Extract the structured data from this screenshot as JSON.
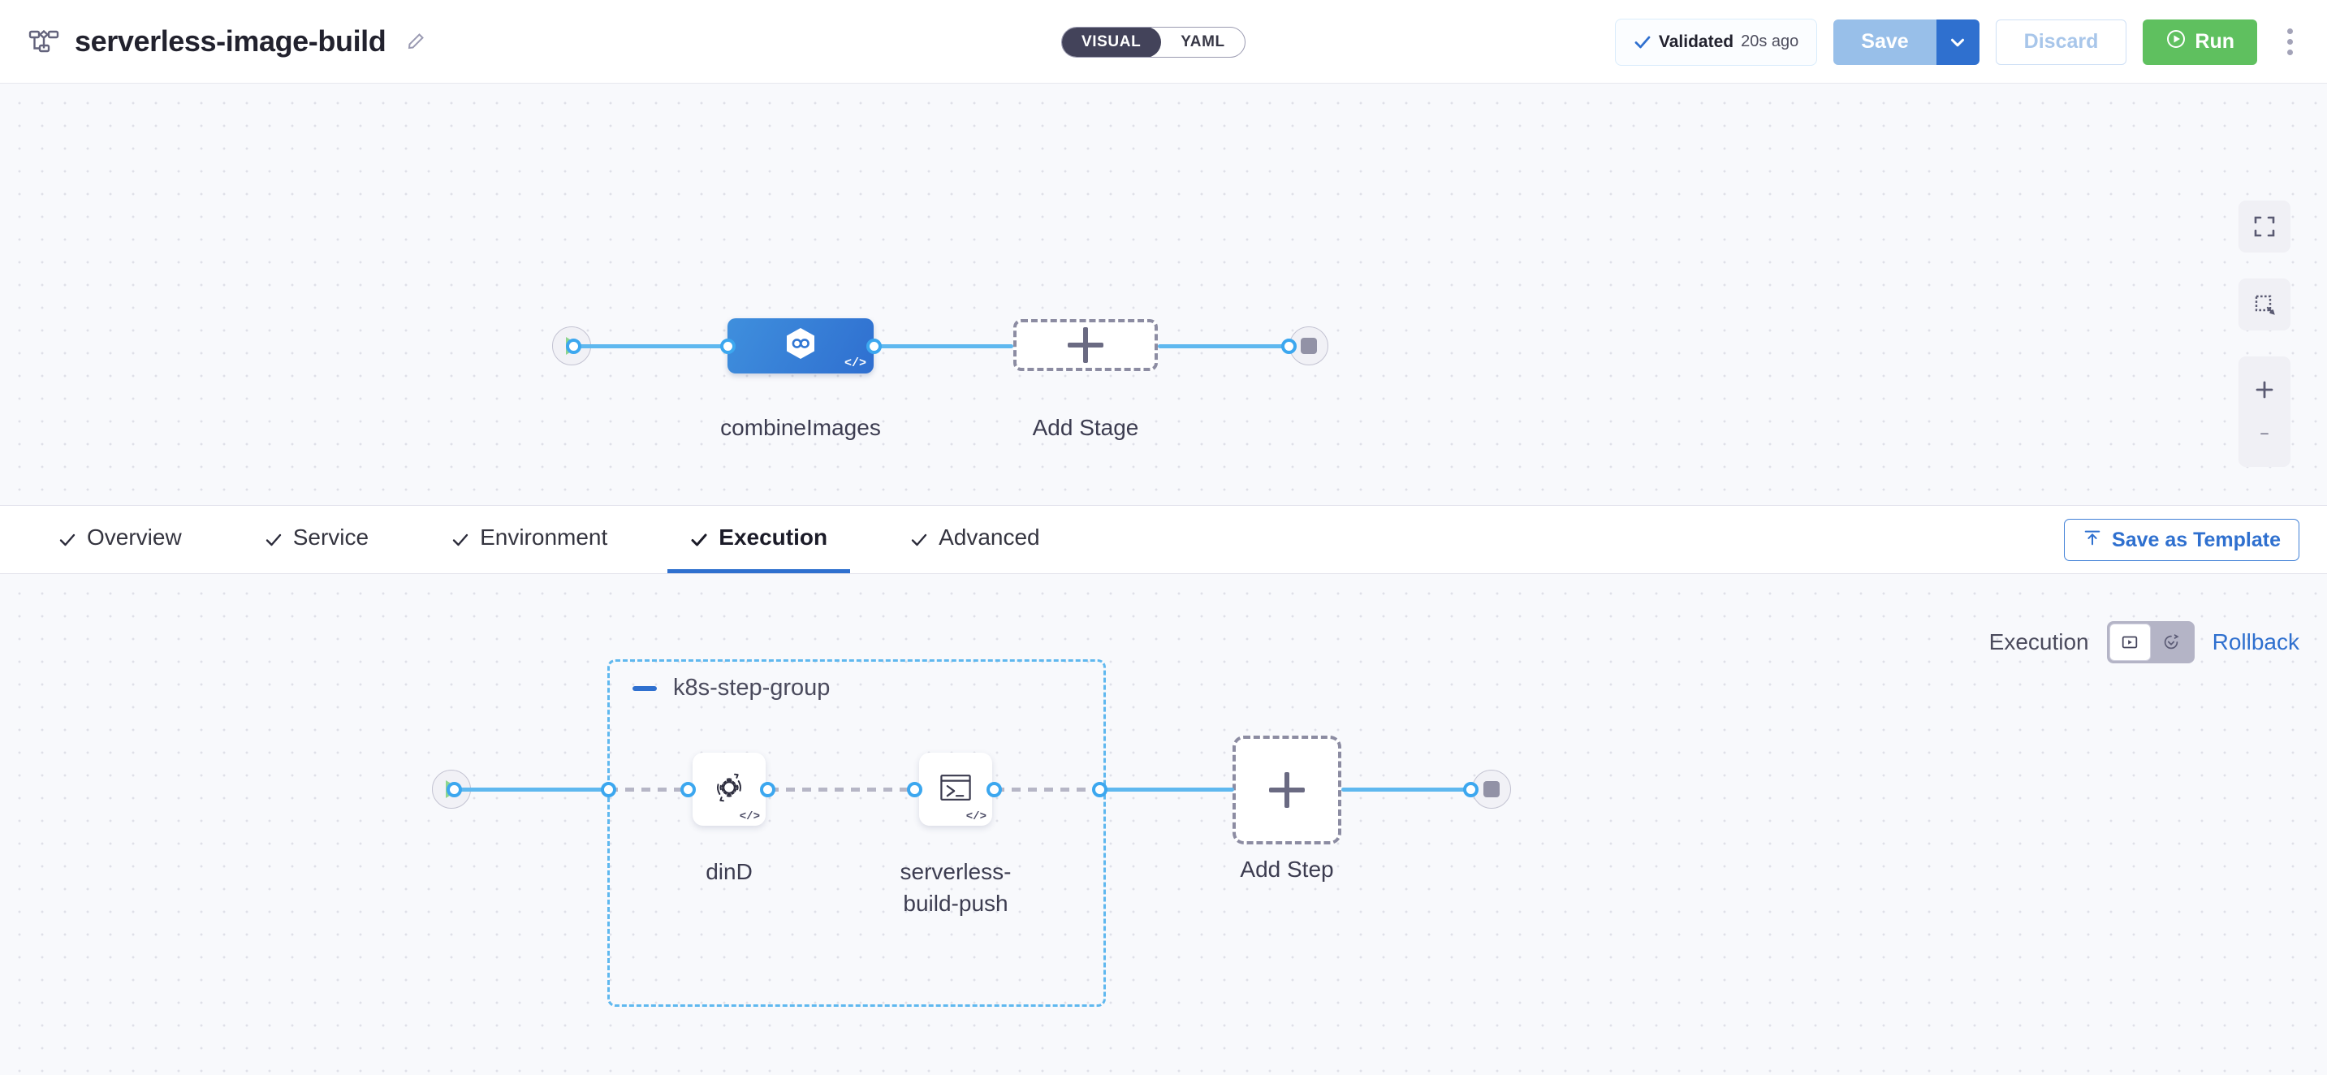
{
  "header": {
    "pipeline_icon": "pipeline-nodes-icon",
    "title": "serverless-image-build",
    "edit_icon": "pencil-icon",
    "view_toggle": {
      "options": [
        "VISUAL",
        "YAML"
      ],
      "selected": "VISUAL"
    },
    "validated": {
      "icon": "check-icon",
      "label": "Validated",
      "time": "20s ago"
    },
    "save": {
      "label": "Save",
      "caret_icon": "chevron-down-icon"
    },
    "discard": {
      "label": "Discard"
    },
    "run": {
      "label": "Run",
      "icon": "play-circle-icon"
    },
    "kebab_icon": "more-vertical-icon"
  },
  "stage_canvas": {
    "start_node": {
      "icon": "play-icon",
      "name": "pipeline-start"
    },
    "stage": {
      "label": "combineImages",
      "icon": "harness-hexagon-icon",
      "code_badge": "</>",
      "color": "#3f8fdd"
    },
    "add_stage": {
      "label": "Add Stage",
      "icon": "plus-icon"
    },
    "end_node": {
      "icon": "stop-icon",
      "name": "pipeline-end"
    },
    "controls": [
      {
        "name": "fit-to-screen-button",
        "icon": "expand-corners-icon"
      },
      {
        "name": "selection-box-button",
        "icon": "marquee-select-icon"
      },
      {
        "name": "zoom-in-button",
        "icon": "plus-icon"
      },
      {
        "name": "zoom-out-button",
        "icon": "minus-icon"
      }
    ]
  },
  "tabs": {
    "items": [
      {
        "label": "Overview",
        "icon": "check-icon",
        "active": false
      },
      {
        "label": "Service",
        "icon": "check-icon",
        "active": false
      },
      {
        "label": "Environment",
        "icon": "check-icon",
        "active": false
      },
      {
        "label": "Execution",
        "icon": "check-icon",
        "active": true
      },
      {
        "label": "Advanced",
        "icon": "check-icon",
        "active": false
      }
    ],
    "save_as_template": {
      "label": "Save as Template",
      "icon": "template-upload-icon"
    }
  },
  "execution": {
    "mode_label": "Execution",
    "rollback_label": "Rollback",
    "mode_toggle": {
      "options": [
        {
          "name": "execution-mode-option",
          "icon": "play-box-icon",
          "selected": true
        },
        {
          "name": "rollback-mode-option",
          "icon": "rollback-arrow-icon",
          "selected": false
        }
      ]
    },
    "start_node": {
      "icon": "play-icon"
    },
    "step_group": {
      "title": "k8s-step-group",
      "collapse_icon": "minus-icon",
      "steps": [
        {
          "label": "dinD",
          "icon": "gear-rotate-icon",
          "code_badge": "</>"
        },
        {
          "label": "serverless-\nbuild-push",
          "icon": "terminal-icon",
          "code_badge": "</>"
        }
      ]
    },
    "add_step": {
      "label": "Add Step",
      "icon": "plus-icon"
    },
    "end_node": {
      "icon": "stop-icon"
    }
  },
  "colors": {
    "accent_blue": "#2f70cf",
    "edge_blue": "#5fb8ef",
    "run_green": "#5fc05f",
    "canvas_bg": "#f8f9fc"
  }
}
